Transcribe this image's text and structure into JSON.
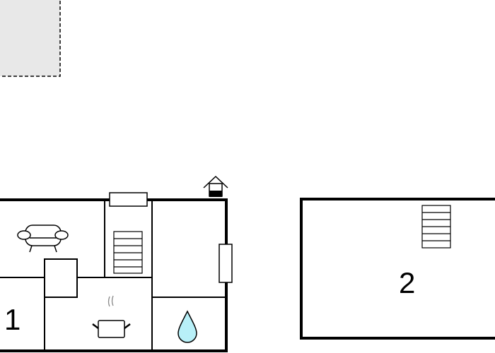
{
  "floors": [
    {
      "label": "1",
      "rooms": [
        "living-room",
        "staircase",
        "kitchen",
        "bathroom",
        "room"
      ]
    },
    {
      "label": "2",
      "rooms": [
        "attic"
      ]
    }
  ],
  "icons": [
    "sofa-icon",
    "stairs-icon",
    "cooking-pot-icon",
    "water-drop-icon",
    "house-entrance-icon",
    "fireplace"
  ],
  "colors": {
    "wall": "#000000",
    "water": "#b8f0f8",
    "placeholder": "#e8e8e8"
  }
}
